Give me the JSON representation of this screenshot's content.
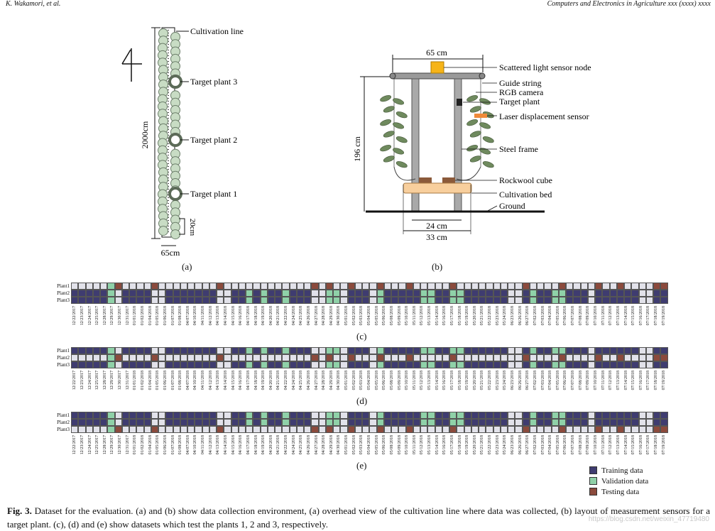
{
  "header": {
    "left": "K. Wakamori, et al.",
    "right": "Computers and Electronics in Agriculture xxx (xxxx) xxxx"
  },
  "fig_a": {
    "labels": [
      "Cultivation line",
      "Target plant 3",
      "Target plant 2",
      "Target plant 1"
    ],
    "dim_length": "2000cm",
    "dim_spacing": "20cm",
    "dim_width": "65cm",
    "panel": "(a)"
  },
  "fig_b": {
    "labels": [
      "Scattered light sensor node",
      "Guide string",
      "RGB camera",
      "Target plant",
      "Laser displacement sensor",
      "Steel frame",
      "Rockwool cube",
      "Cultivation bed",
      "Ground"
    ],
    "dim_top": "65 cm",
    "dim_height": "196 cm",
    "dim_inner": "24 cm",
    "dim_outer": "33 cm",
    "panel": "(b)"
  },
  "grids": {
    "row_labels": [
      "Plant1",
      "Plant2",
      "Plant3"
    ],
    "colors": {
      "training": "#3f3c70",
      "validation": "#8fd1a8",
      "testing": "#8b4a3c",
      "empty": "#e2e2ea"
    },
    "dates": [
      "12/22/2017",
      "12/23/2017",
      "12/24/2017",
      "12/25/2017",
      "12/28/2017",
      "12/29/2017",
      "12/30/2017",
      "12/31/2017",
      "01/01/2018",
      "01/02/2018",
      "01/04/2018",
      "01/05/2018",
      "01/06/2018",
      "01/07/2018",
      "01/08/2018",
      "04/07/2018",
      "04/10/2018",
      "04/11/2018",
      "04/12/2018",
      "04/13/2018",
      "04/14/2018",
      "04/15/2018",
      "04/16/2018",
      "04/17/2018",
      "04/18/2018",
      "04/19/2018",
      "04/20/2018",
      "04/21/2018",
      "04/22/2018",
      "04/24/2018",
      "04/25/2018",
      "04/26/2018",
      "04/27/2018",
      "04/28/2018",
      "04/29/2018",
      "04/30/2018",
      "05/01/2018",
      "05/02/2018",
      "05/03/2018",
      "05/04/2018",
      "05/05/2018",
      "05/06/2018",
      "05/08/2018",
      "05/09/2018",
      "05/10/2018",
      "05/11/2018",
      "05/12/2018",
      "05/13/2018",
      "05/14/2018",
      "05/16/2018",
      "05/17/2018",
      "05/18/2018",
      "05/19/2018",
      "05/20/2018",
      "05/21/2018",
      "05/22/2018",
      "05/23/2018",
      "05/24/2018",
      "06/23/2018",
      "06/26/2018",
      "06/27/2018",
      "07/02/2018",
      "07/03/2018",
      "07/04/2018",
      "07/05/2018",
      "07/06/2018",
      "07/07/2018",
      "07/08/2018",
      "07/09/2018",
      "07/10/2018",
      "07/11/2018",
      "07/12/2018",
      "07/13/2018",
      "07/14/2018",
      "07/15/2018",
      "07/16/2018",
      "07/17/2018",
      "07/18/2018",
      "07/19/2018"
    ],
    "panels": [
      {
        "label": "(c)",
        "rows": [
          "EEEEEVTEEEETEEEEEEEETEEEEEEEEEEEETETEETEEETEEETEEEEETEEEEEEEEETEEEETEEEETEETEEEETT",
          "RRRRRVERRRREERRRRRRREERRVRVRRVRRREEVVERRREVRRRRRVVRRVVRRRRRREERVRRVVRRRERRRRRREERR",
          "RRRRRVERRRREERRRRRRREERRVRVRRVRRREEVVERRREVRRRRRVVRRVVRRRRRREERVRRVVRRRERRRRRREERR"
        ]
      },
      {
        "label": "(d)",
        "rows": [
          "RRRRRVERRRREERRRRRRREERRVRVRRVRRREEVVERRREVRRRRRVVRRVVRRRRRREERVRRVVRRRERRRRRREERR",
          "EEEEEVTEEEETEEEEEEEETEEEEEEEEEEEETETEETEEETEEETEEEEETEEEEEEEEETEEEETEEEETEETEEEETT",
          "RRRRRVERRRREERRRRRRREERRVRVRRVRRREEVVERRREVRRRRRVVRRVVRRRRRREERVRRVVRRRERRRRRREERR"
        ]
      },
      {
        "label": "(e)",
        "rows": [
          "RRRRRVERRRREERRRRRRREERRVRVRRVRRREEVVERRREVRRRRRVVRRVVRRRRRREERVRRVVRRRERRRRRREERR",
          "RRRRRVERRRREERRRRRRREERRVRVRRVRRREEVVERRREVRRRRRVVRRVVRRRRRREERVRRVVRRRERRRRRREERR",
          "EEEEEVTEEEETEEEEEEEETEEEEEEEEEEEETETEETEEETEEETEEEEETEEEEEEEEETEEEETEEEETEETEEEETT"
        ]
      }
    ]
  },
  "legend": [
    {
      "label": "Training data",
      "color": "#3f3c70"
    },
    {
      "label": "Validation data",
      "color": "#8fd1a8"
    },
    {
      "label": "Testing data",
      "color": "#8b4a3c"
    }
  ],
  "caption": {
    "prefix": "Fig. 3.",
    "text": " Dataset for the evaluation. (a) and (b) show data collection environment, (a) overhead view of the cultivation line where data was collected, (b) layout of measurement sensors for a target plant. (c), (d) and (e) show datasets which test the plants 1, 2 and 3, respectively."
  },
  "watermark": "https://blog.csdn.net/weixin_47719480"
}
